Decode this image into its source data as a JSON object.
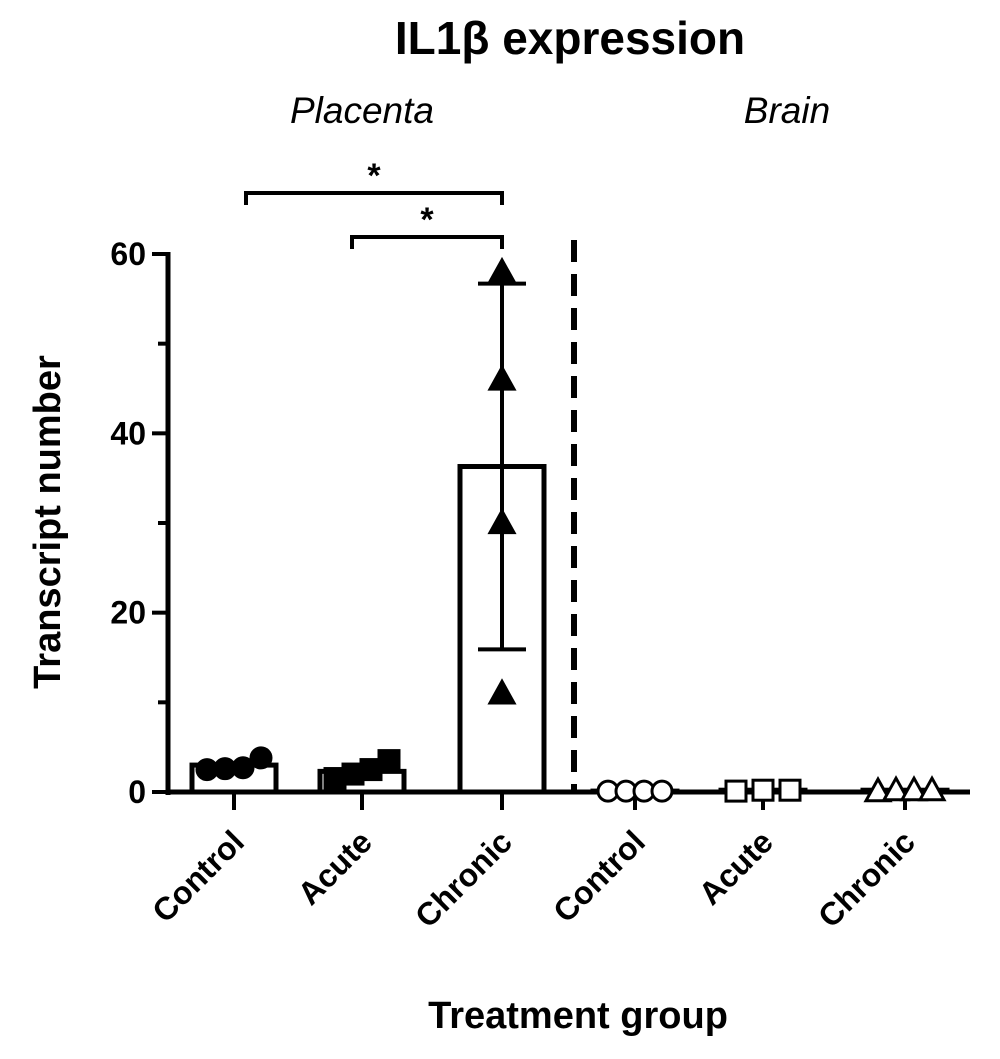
{
  "chart_data": {
    "type": "bar",
    "title": "IL1β expression",
    "xlabel": "Treatment group",
    "ylabel": "Transcript number",
    "ylim": [
      0,
      60
    ],
    "yticks": [
      0,
      20,
      40,
      60
    ],
    "groups": [
      {
        "name": "Placenta",
        "categories": [
          {
            "label": "Control",
            "mean": 3.0,
            "error": null,
            "marker": "circle-filled",
            "points": [
              2.5,
              2.6,
              2.7,
              3.8
            ]
          },
          {
            "label": "Acute",
            "mean": 2.3,
            "error": null,
            "marker": "square-filled",
            "points": [
              1.5,
              2.0,
              2.5,
              3.5
            ]
          },
          {
            "label": "Chronic",
            "mean": 36.3,
            "error": 20.4,
            "marker": "triangle-filled",
            "points": [
              11.0,
              30.0,
              46.0,
              58.0
            ]
          }
        ]
      },
      {
        "name": "Brain",
        "categories": [
          {
            "label": "Control",
            "mean": 0.1,
            "error": null,
            "marker": "circle-open",
            "points": [
              0.1,
              0.1,
              0.1,
              0.1
            ]
          },
          {
            "label": "Acute",
            "mean": 0.2,
            "error": null,
            "marker": "square-open",
            "points": [
              0.1,
              0.2,
              0.2
            ]
          },
          {
            "label": "Chronic",
            "mean": 0.2,
            "error": null,
            "marker": "triangle-open",
            "points": [
              0.1,
              0.2,
              0.2,
              0.2
            ]
          }
        ]
      }
    ],
    "significance": [
      {
        "from": "Placenta Control",
        "to": "Placenta Chronic",
        "label": "*"
      },
      {
        "from": "Placenta Acute",
        "to": "Placenta Chronic",
        "label": "*"
      }
    ],
    "grid": false,
    "divider": "dashed vertical line between tissues"
  }
}
